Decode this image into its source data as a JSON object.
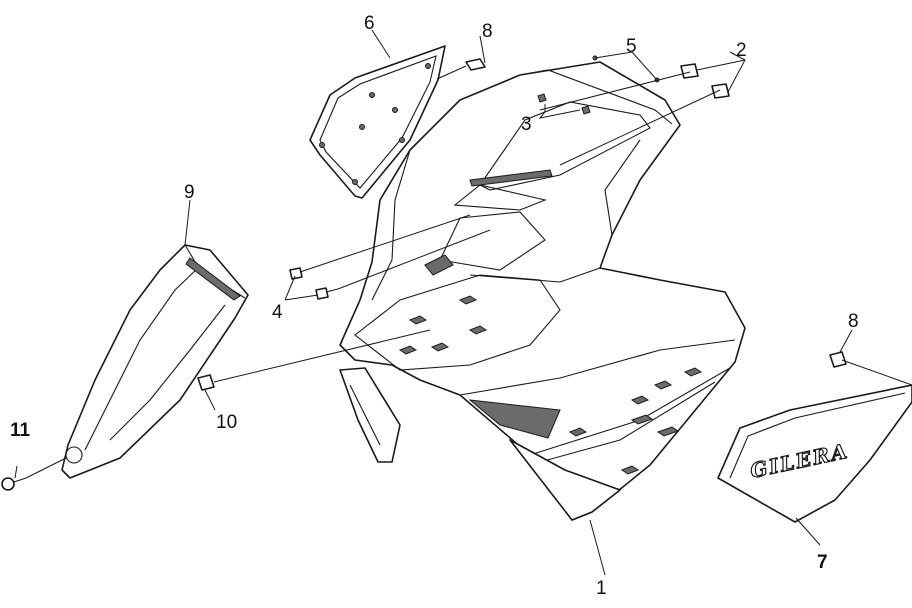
{
  "diagram": {
    "callouts": [
      {
        "id": "c1",
        "label": "1"
      },
      {
        "id": "c2",
        "label": "2"
      },
      {
        "id": "c3",
        "label": "3"
      },
      {
        "id": "c4",
        "label": "4"
      },
      {
        "id": "c5",
        "label": "5"
      },
      {
        "id": "c6",
        "label": "6"
      },
      {
        "id": "c7",
        "label": "7"
      },
      {
        "id": "c8a",
        "label": "8"
      },
      {
        "id": "c8b",
        "label": "8"
      },
      {
        "id": "c9",
        "label": "9"
      },
      {
        "id": "c10",
        "label": "10"
      },
      {
        "id": "c11",
        "label": "11"
      }
    ],
    "side_panel_logo": "GILERA"
  }
}
